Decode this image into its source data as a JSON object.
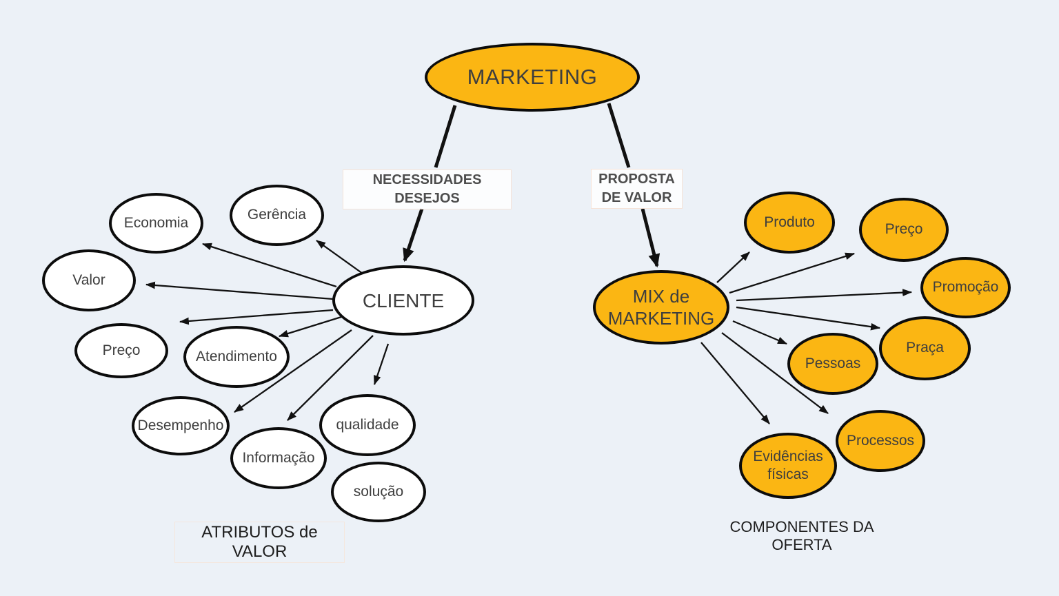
{
  "colors": {
    "background": "#ecf1f7",
    "node_yellow": "#fbb613",
    "node_white": "#ffffff",
    "stroke_black": "#0c0c0c",
    "node_text": "#3e3e3e",
    "edge_label_text": "#4d4d4d",
    "caption_text": "#1d1d1d"
  },
  "nodes": {
    "marketing": {
      "label": "MARKETING"
    },
    "cliente": {
      "label": "CLIENTE"
    },
    "mix": {
      "label": "MIX de\nMARKETING"
    },
    "economia": {
      "label": "Economia"
    },
    "gerencia": {
      "label": "Gerência"
    },
    "valor": {
      "label": "Valor"
    },
    "preco_cliente": {
      "label": "Preço"
    },
    "atendimento": {
      "label": "Atendimento"
    },
    "desempenho": {
      "label": "Desempenho"
    },
    "informacao": {
      "label": "Informação"
    },
    "qualidade": {
      "label": "qualidade"
    },
    "solucao": {
      "label": "solução"
    },
    "produto": {
      "label": "Produto"
    },
    "preco_mix": {
      "label": "Preço"
    },
    "promocao": {
      "label": "Promoção"
    },
    "praca": {
      "label": "Praça"
    },
    "pessoas": {
      "label": "Pessoas"
    },
    "processos": {
      "label": "Processos"
    },
    "evidencias": {
      "label": "Evidências\nfísicas"
    }
  },
  "edge_labels": {
    "necessidades": "NECESSIDADES\nDESEJOS",
    "proposta": "PROPOSTA\nDE VALOR"
  },
  "captions": {
    "left": "ATRIBUTOS de VALOR",
    "right": "COMPONENTES DA OFERTA"
  },
  "edges": [
    {
      "from": "marketing",
      "to": "cliente",
      "label": "NECESSIDADES DESEJOS"
    },
    {
      "from": "marketing",
      "to": "mix",
      "label": "PROPOSTA DE VALOR"
    },
    {
      "from": "cliente",
      "to": "gerencia"
    },
    {
      "from": "cliente",
      "to": "economia"
    },
    {
      "from": "cliente",
      "to": "valor"
    },
    {
      "from": "cliente",
      "to": "preco_cliente"
    },
    {
      "from": "cliente",
      "to": "atendimento"
    },
    {
      "from": "cliente",
      "to": "desempenho"
    },
    {
      "from": "cliente",
      "to": "informacao"
    },
    {
      "from": "cliente",
      "to": "qualidade"
    },
    {
      "from": "mix",
      "to": "produto"
    },
    {
      "from": "mix",
      "to": "preco_mix"
    },
    {
      "from": "mix",
      "to": "promocao"
    },
    {
      "from": "mix",
      "to": "praca"
    },
    {
      "from": "mix",
      "to": "pessoas"
    },
    {
      "from": "mix",
      "to": "processos"
    },
    {
      "from": "mix",
      "to": "evidencias"
    }
  ]
}
